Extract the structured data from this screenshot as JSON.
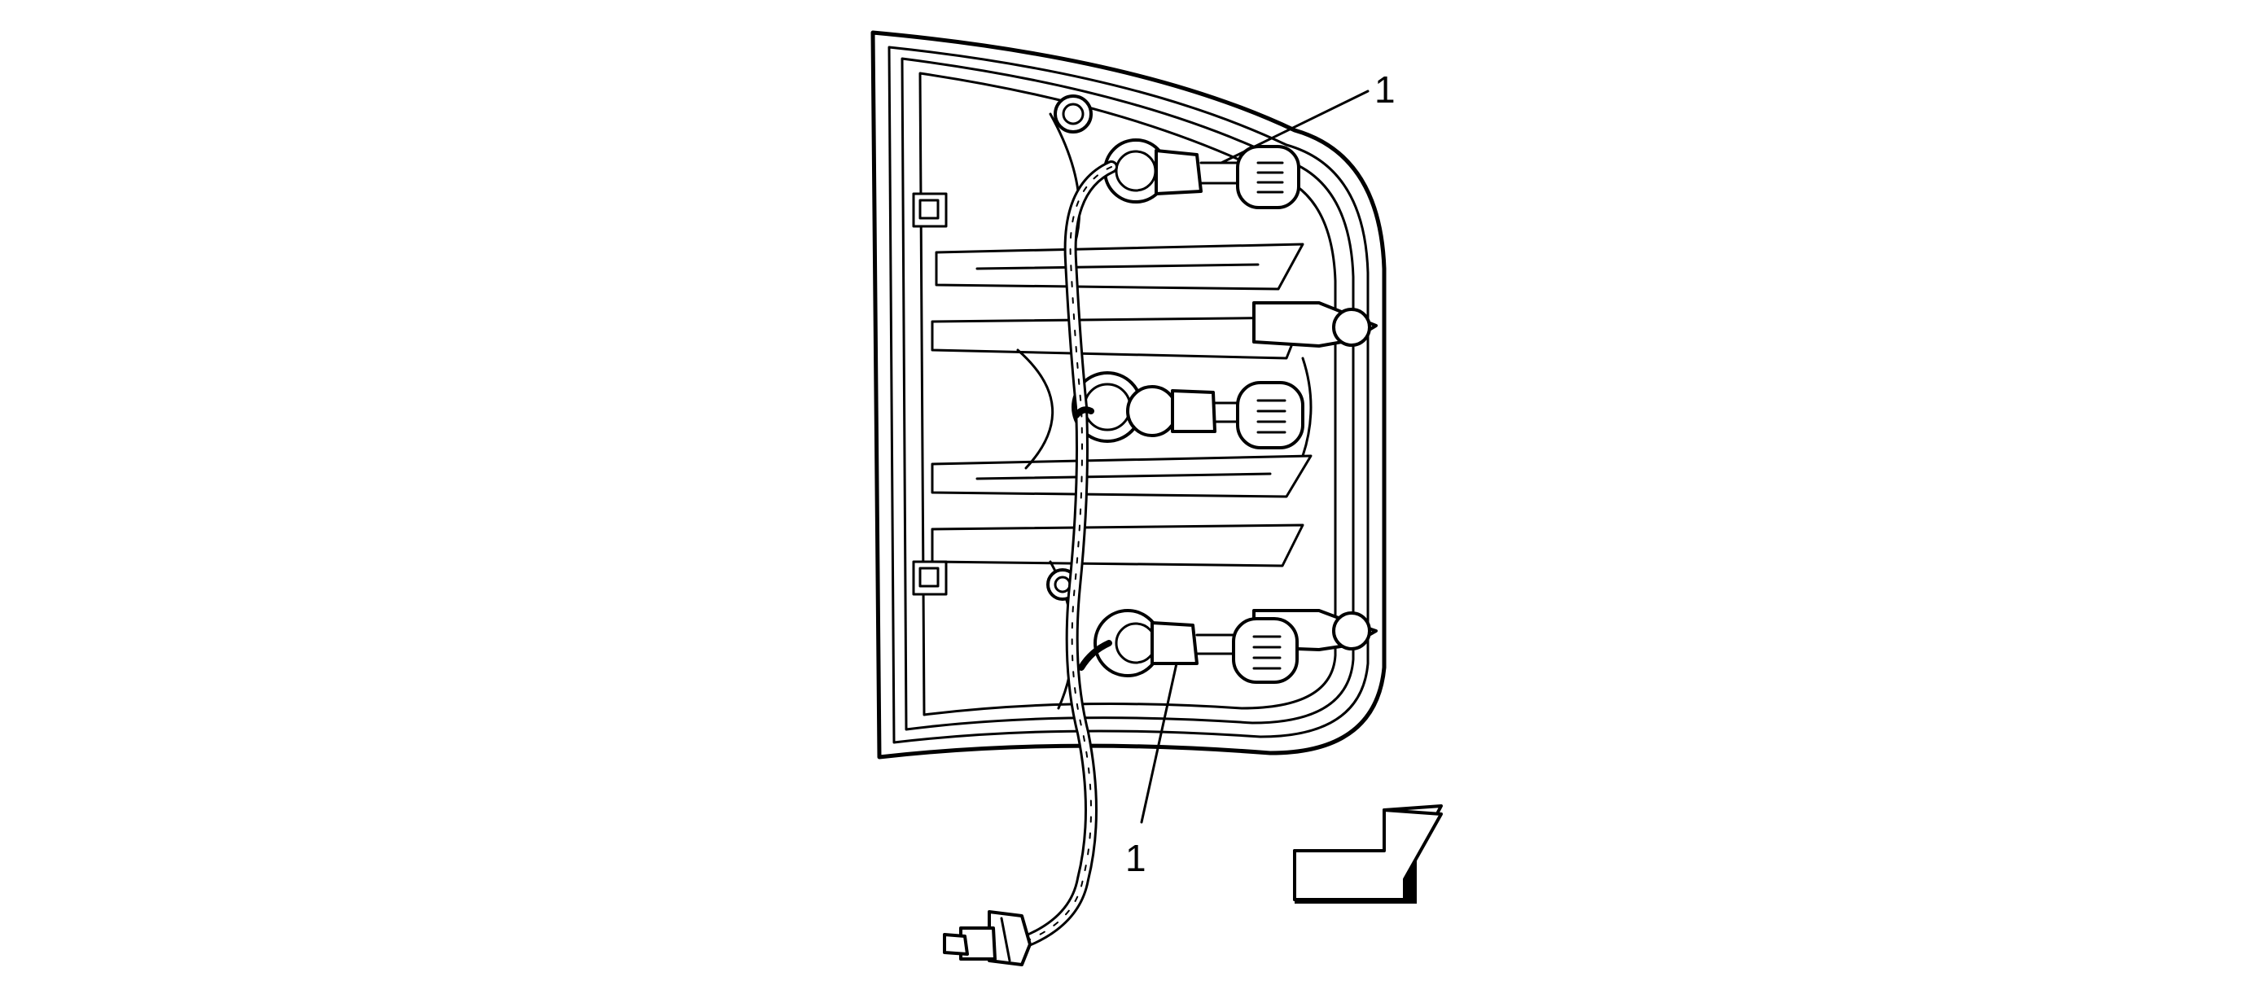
{
  "diagram": {
    "callouts": [
      {
        "id": "callout-1-top",
        "label": "1"
      },
      {
        "id": "callout-1-bottom",
        "label": "1"
      }
    ],
    "colors": {
      "line": "#000000",
      "background": "#ffffff"
    },
    "icons": [
      "direction-arrow-icon"
    ]
  }
}
